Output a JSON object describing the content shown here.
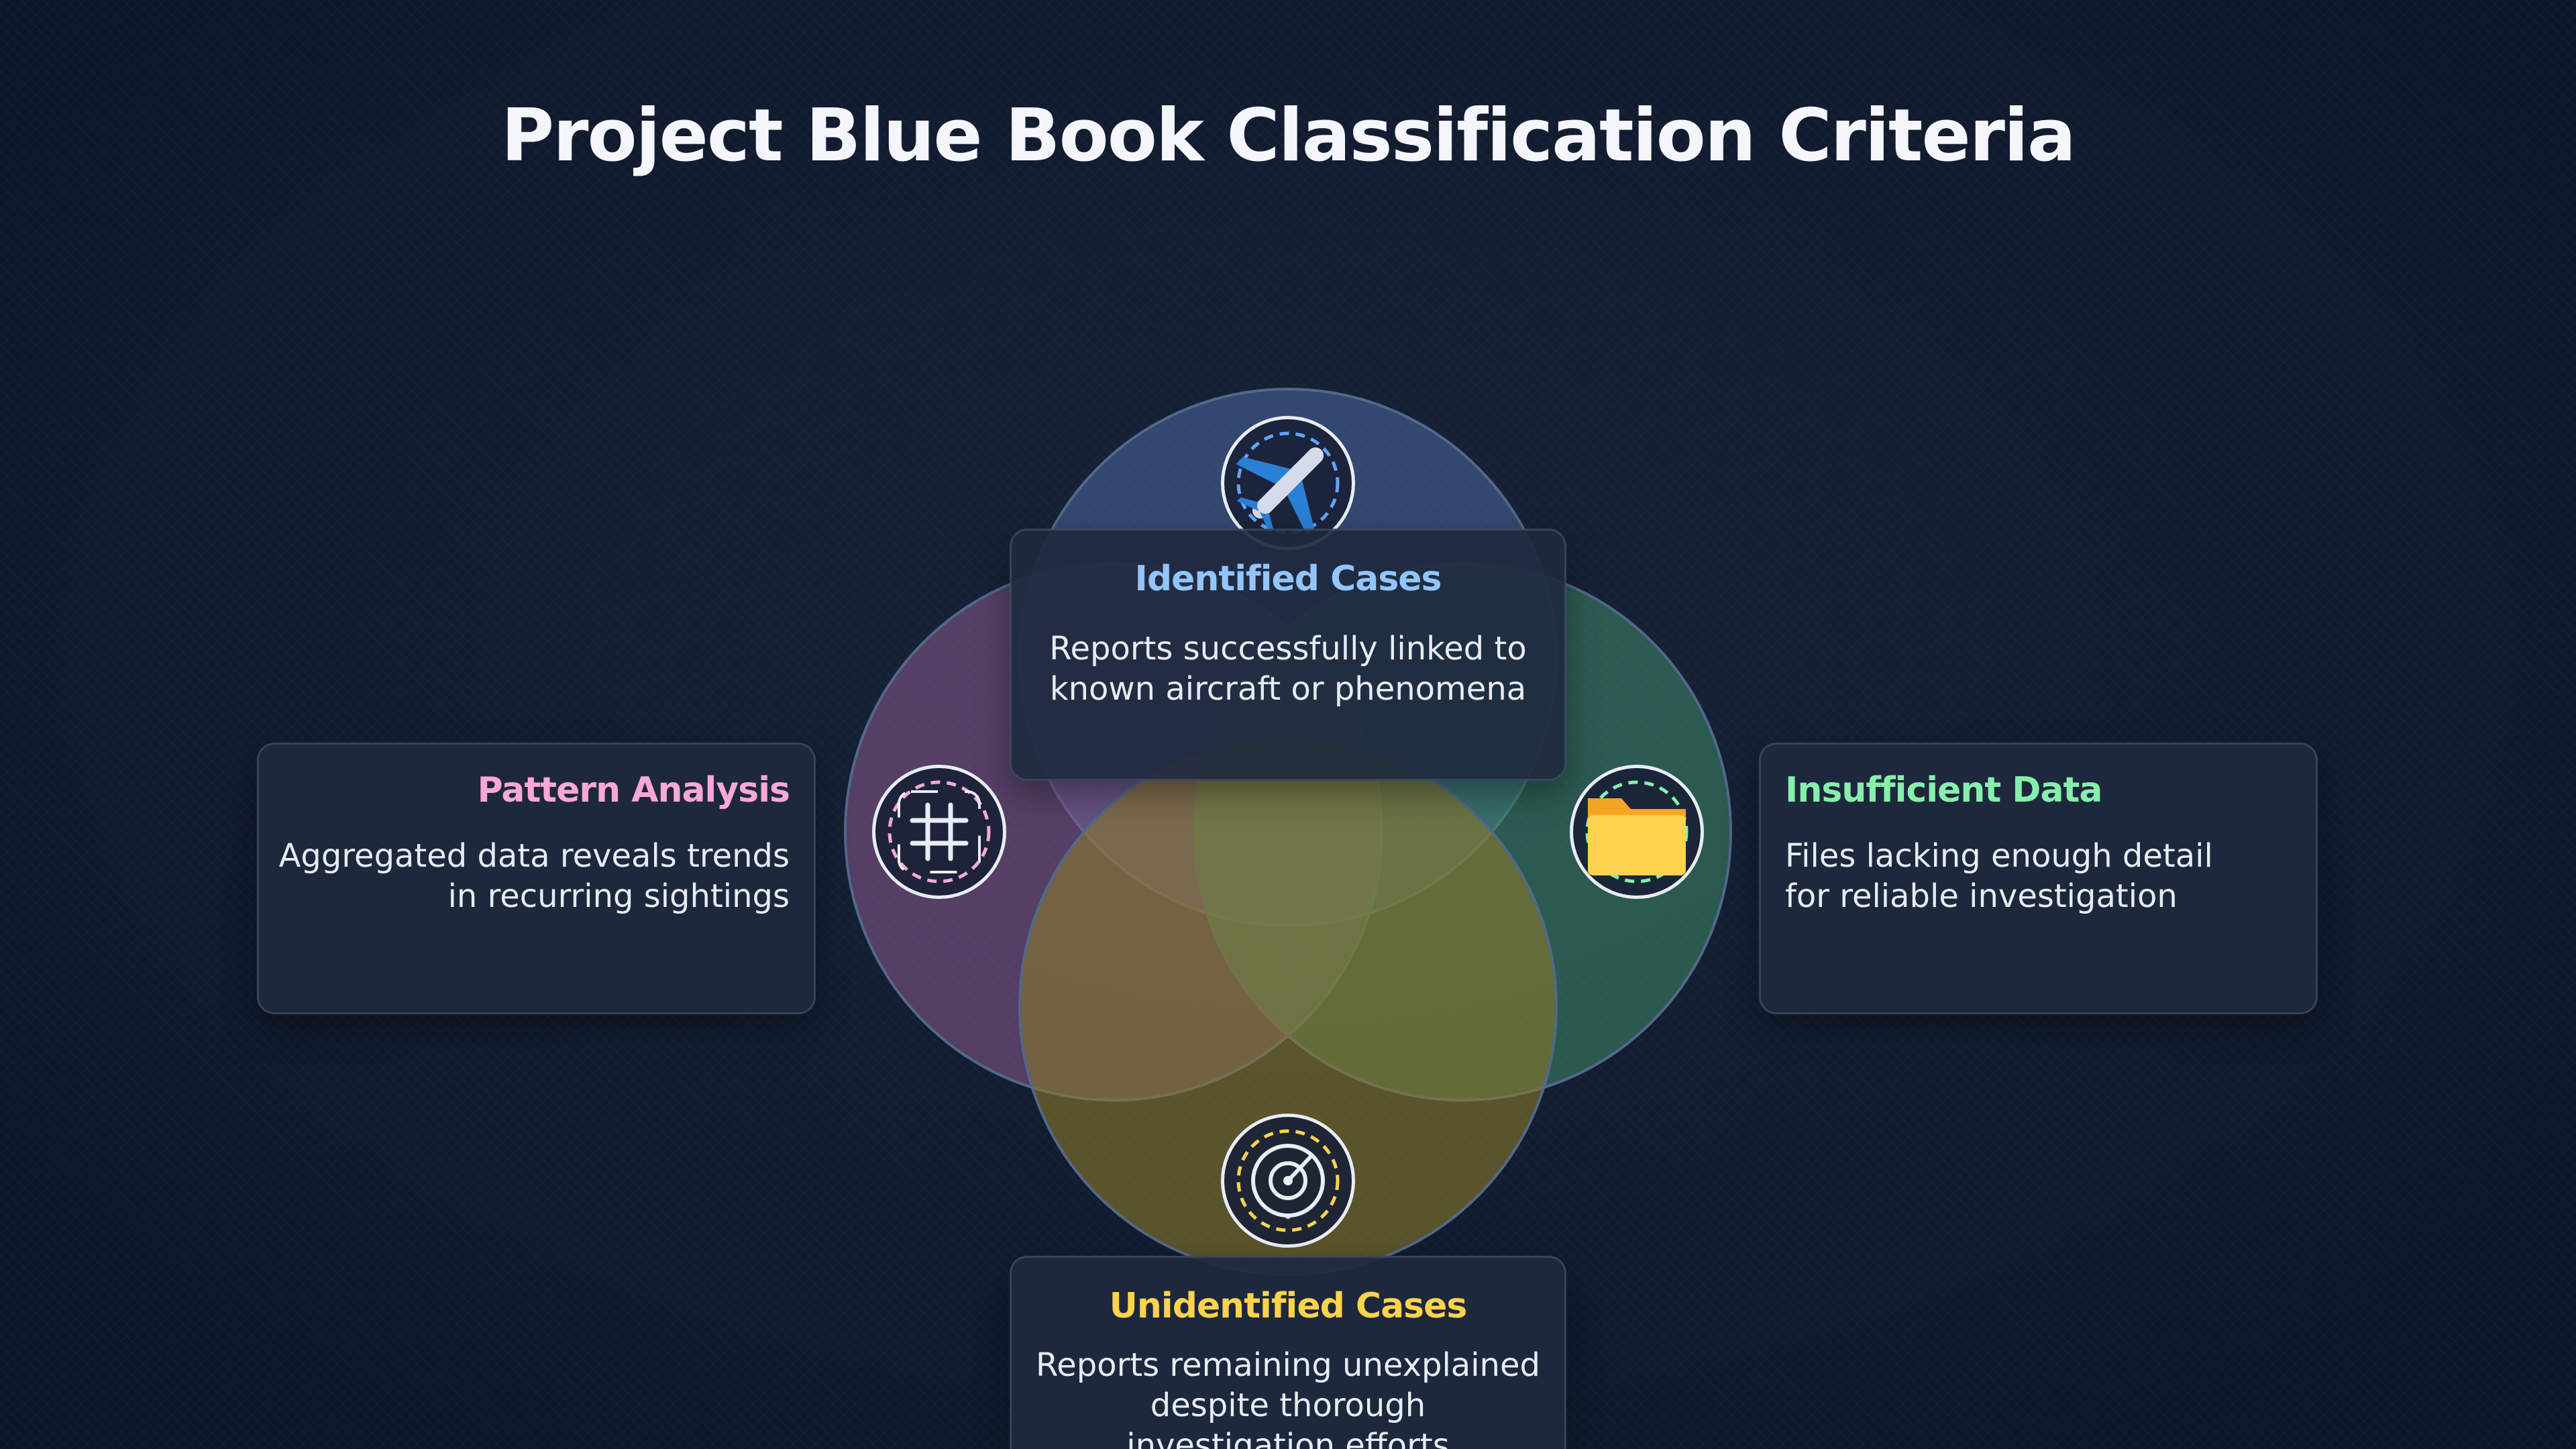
{
  "title": "Project Blue Book Classification Criteria",
  "colors": {
    "identified": "#93c5fd",
    "pattern": "#f9a8d4",
    "insufficient": "#86efac",
    "unidentified": "#fcd34d"
  },
  "categories": {
    "identified": {
      "heading": "Identified Cases",
      "description": "Reports successfully linked to\nknown aircraft or phenomena",
      "icon": "airplane-icon"
    },
    "pattern": {
      "heading": "Pattern Analysis",
      "description": "Aggregated data reveals trends\nin recurring sightings",
      "icon": "grid-hash-icon"
    },
    "insufficient": {
      "heading": "Insufficient Data",
      "description": "Files lacking enough detail\nfor reliable investigation",
      "icon": "folder-icon"
    },
    "unidentified": {
      "heading": "Unidentified Cases",
      "description": "Reports remaining unexplained\ndespite thorough\ninvestigation efforts",
      "icon": "radar-icon"
    }
  }
}
